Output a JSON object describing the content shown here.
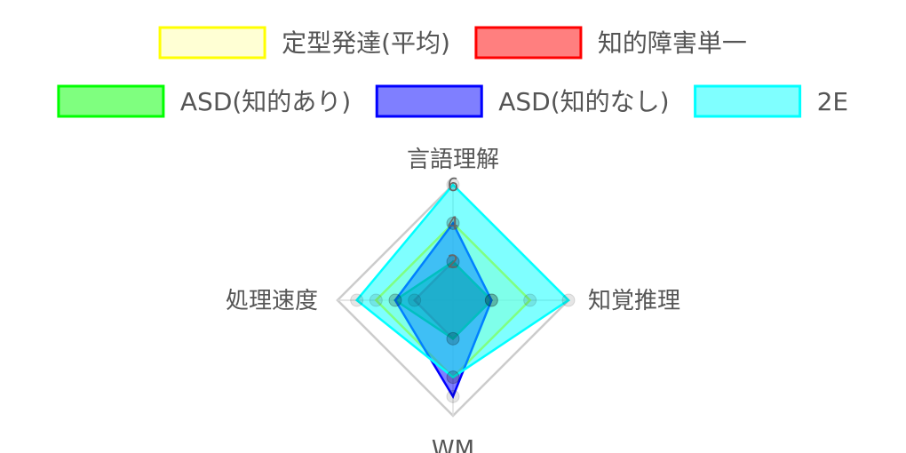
{
  "chart_data": {
    "type": "radar",
    "axes": [
      "言語理解",
      "知覚推理",
      "WM",
      "処理速度"
    ],
    "rmin": 0,
    "rmax": 6,
    "ticks": [
      2,
      4,
      6
    ],
    "series": [
      {
        "name": "定型発達(平均)",
        "values": [
          4,
          4,
          4,
          4
        ],
        "fill": "#ffffaa",
        "stroke": "#ffff00"
      },
      {
        "name": "知的障害単一",
        "values": [
          2,
          2,
          2,
          2
        ],
        "fill": "#ff0000",
        "stroke": "#ff0000"
      },
      {
        "name": "ASD(知的あり)",
        "values": [
          2,
          2,
          2,
          3
        ],
        "fill": "#00ff00",
        "stroke": "#00ff00"
      },
      {
        "name": "ASD(知的なし)",
        "values": [
          4,
          2,
          5,
          3
        ],
        "fill": "#0000ff",
        "stroke": "#0000ff"
      },
      {
        "name": "2E",
        "values": [
          6,
          6,
          4,
          5
        ],
        "fill": "#00ffff",
        "stroke": "#00ffff"
      }
    ]
  }
}
